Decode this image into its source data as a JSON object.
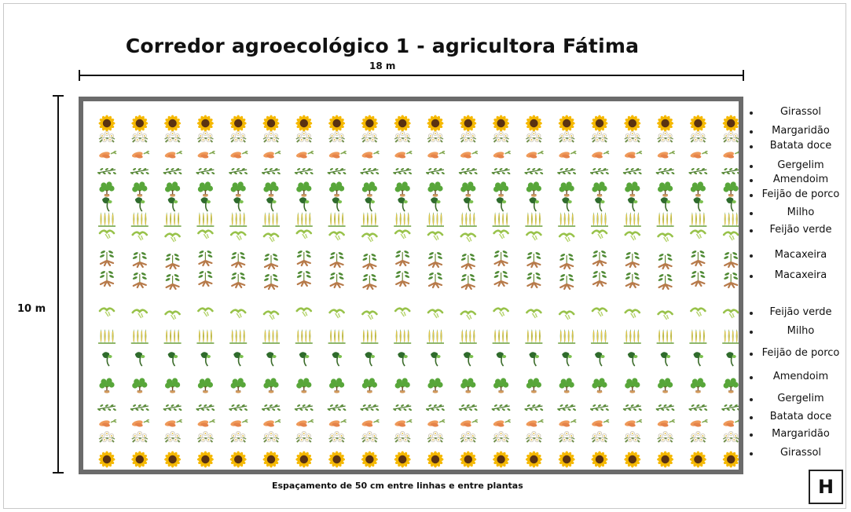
{
  "title": "Corredor agroecológico 1 - agricultora Fátima",
  "width_label": "18 m",
  "height_label": "10 m",
  "spacing_note": "Espaçamento de 50 cm entre linhas e entre plantas",
  "panel_letter": "H",
  "rows": [
    {
      "crop": "Girassol",
      "icon": "sunflower-icon"
    },
    {
      "crop": "Margaridão",
      "icon": "daisy-bush-icon"
    },
    {
      "crop": "Batata doce",
      "icon": "sweet-potato-icon"
    },
    {
      "crop": "Gergelim",
      "icon": "sesame-icon"
    },
    {
      "crop": "Amendoim",
      "icon": "peanut-icon"
    },
    {
      "crop": "Feijão de porco",
      "icon": "jack-bean-icon"
    },
    {
      "crop": "Milho",
      "icon": "corn-icon"
    },
    {
      "crop": "Feijão verde",
      "icon": "green-bean-icon"
    },
    {
      "crop": "Macaxeira",
      "icon": "cassava-icon"
    },
    {
      "crop": "Macaxeira",
      "icon": "cassava-icon"
    },
    {
      "crop": "Feijão verde",
      "icon": "green-bean-icon"
    },
    {
      "crop": "Milho",
      "icon": "corn-icon"
    },
    {
      "crop": "Feijão de porco",
      "icon": "jack-bean-icon"
    },
    {
      "crop": "Amendoim",
      "icon": "peanut-icon"
    },
    {
      "crop": "Gergelim",
      "icon": "sesame-icon"
    },
    {
      "crop": "Batata doce",
      "icon": "sweet-potato-icon"
    },
    {
      "crop": "Margaridão",
      "icon": "daisy-bush-icon"
    },
    {
      "crop": "Girassol",
      "icon": "sunflower-icon"
    }
  ]
}
